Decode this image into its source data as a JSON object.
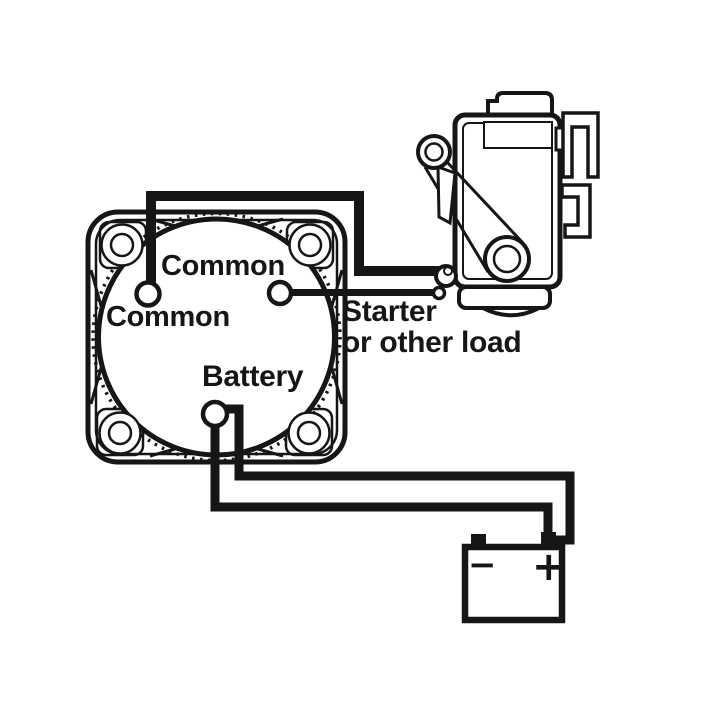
{
  "canvas": {
    "background": "#ffffff",
    "ink": "#161616"
  },
  "switch": {
    "component": "battery-selector-switch",
    "labels": {
      "top_terminal": "Common",
      "left_terminal": "Common",
      "bottom_terminal": "Battery"
    }
  },
  "load": {
    "component": "starter-motor",
    "label_line1": "Starter",
    "label_line2": "or other load"
  },
  "battery": {
    "component": "battery",
    "negative_symbol": "−",
    "positive_symbol": "+"
  }
}
